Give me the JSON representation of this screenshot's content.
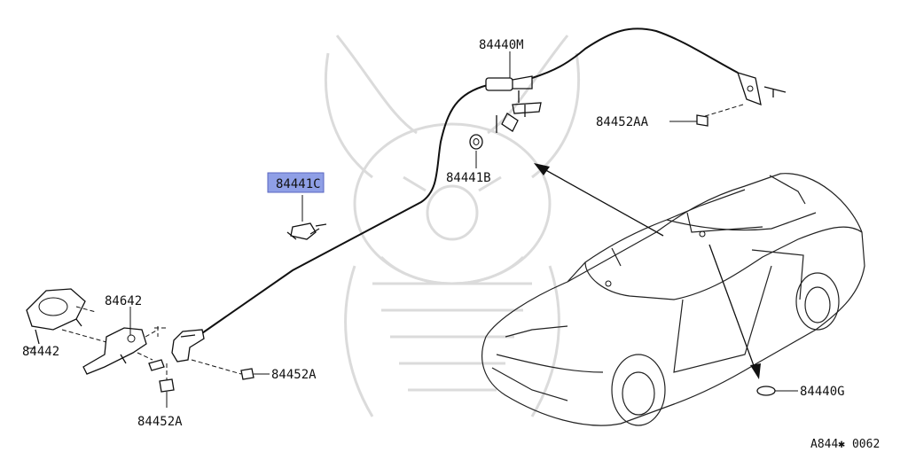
{
  "labels": {
    "p84440M": "84440M",
    "p84441C": "84441C",
    "p84441B": "84441B",
    "p84452AA": "84452AA",
    "p84642": "84642",
    "p84442": "84442",
    "p84452A_right": "84452A",
    "p84452A_bottom": "84452A",
    "p84440G": "84440G"
  },
  "diagram_code": "A844✱ 0062",
  "highlight": {
    "part": "84441C",
    "color": "#8f9fe6"
  }
}
